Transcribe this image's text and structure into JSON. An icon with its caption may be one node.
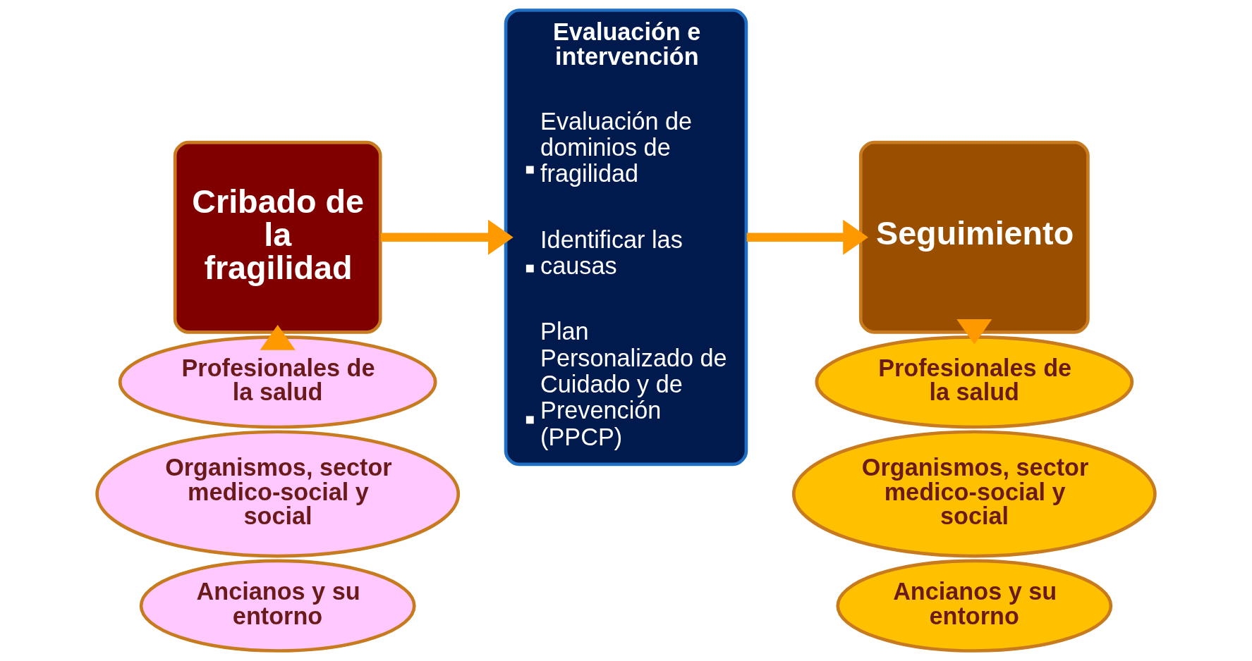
{
  "diagram": {
    "nodes": [
      {
        "text": [
          "Cribado de la fragilidad"
        ]
      },
      {
        "text": [
          "Evaluación e intervención",
          "Evaluación de dominios de fragilidad",
          "Identificar las causas",
          "Plan Personalizado de Cuidado y de Prevención (PPCP)"
        ]
      },
      {
        "text": [
          "Seguimiento"
        ]
      },
      {
        "text": [
          "Profesionales de la salud"
        ]
      },
      {
        "text": [
          "Organismos, sector medico-social y social"
        ]
      },
      {
        "text": [
          "Ancianos y su entorno"
        ]
      },
      {
        "text": [
          "Profesionales de la salud"
        ]
      },
      {
        "text": [
          "Organismos, sector medico-social y social"
        ]
      },
      {
        "text": [
          "Ancianos y su entorno"
        ]
      }
    ],
    "edges": [
      {
        "from": 0,
        "to": 1,
        "arrow": "to"
      },
      {
        "from": 1,
        "to": 2,
        "arrow": "to"
      },
      {
        "from": 3,
        "to": 0,
        "arrow": "to"
      },
      {
        "from": 2,
        "to": 6,
        "arrow": "to"
      }
    ]
  }
}
